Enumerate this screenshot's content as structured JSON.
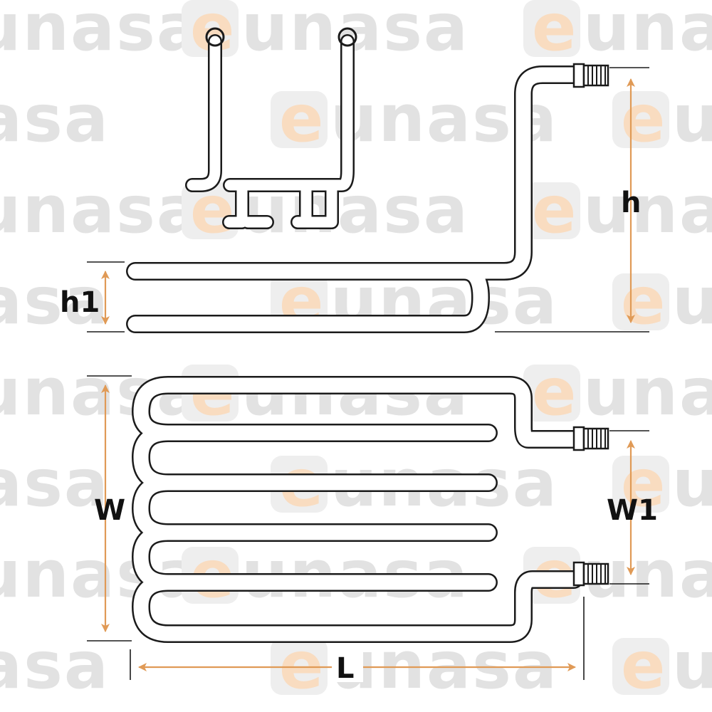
{
  "watermark": {
    "brand": "eunasa",
    "letter": "e",
    "rest": "unasa"
  },
  "colors": {
    "tube_stroke": "#1b1b1b",
    "tube_fill": "#ffffff",
    "dimension_arrow": "#e09a56",
    "label": "#111111"
  },
  "dimensions": {
    "h": "h",
    "h1": "h1",
    "w": "W",
    "w1": "W1",
    "l": "L"
  }
}
